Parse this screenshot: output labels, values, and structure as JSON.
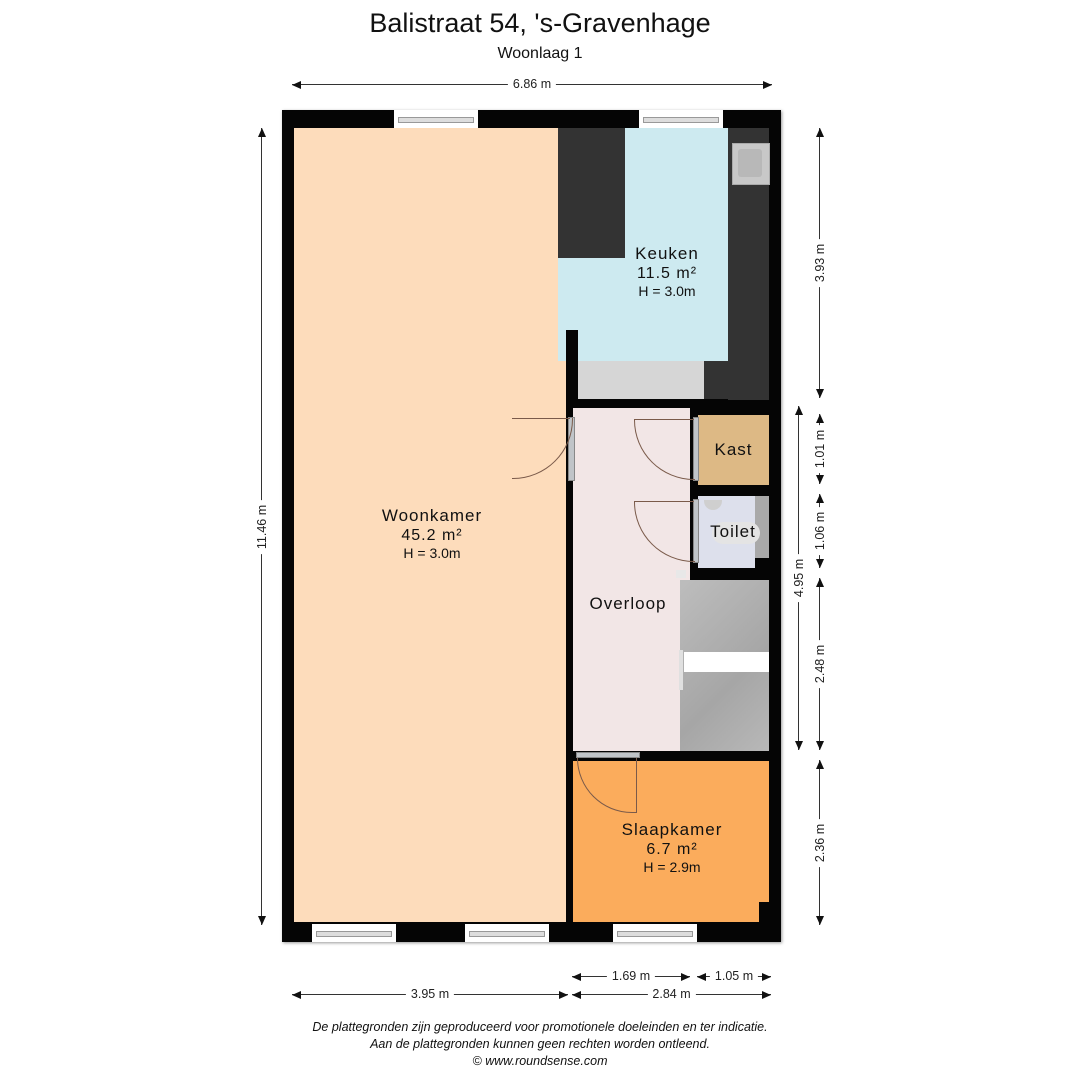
{
  "header": {
    "title": "Balistraat 54, 's-Gravenhage",
    "subtitle": "Woonlaag 1"
  },
  "dimensions": {
    "top_width": "6.86 m",
    "left_height": "11.46 m",
    "right": {
      "keuken": "3.93 m",
      "kast": "1.01 m",
      "toilet": "1.06 m",
      "overloop_total": "4.95 m",
      "stairs": "2.48 m",
      "slaapkamer": "2.36 m"
    },
    "bottom": {
      "woonkamer": "3.95 m",
      "right_total": "2.84 m",
      "slaapkamer_left": "1.69 m",
      "slaapkamer_right": "1.05 m"
    }
  },
  "rooms": {
    "woonkamer": {
      "name": "Woonkamer",
      "area": "45.2 m²",
      "height": "H = 3.0m",
      "color": "#fddcbb"
    },
    "keuken": {
      "name": "Keuken",
      "area": "11.5 m²",
      "height": "H = 3.0m",
      "color": "#cdeaf0"
    },
    "kast": {
      "name": "Kast",
      "color": "#ddb985"
    },
    "toilet": {
      "name": "Toilet",
      "color": "#dde0ec"
    },
    "overloop": {
      "name": "Overloop",
      "color": "#f2e6e6"
    },
    "slaapkamer": {
      "name": "Slaapkamer",
      "area": "6.7 m²",
      "height": "H = 2.9m",
      "color": "#fbac5c"
    }
  },
  "footer": {
    "line1": "De plattegronden zijn geproduceerd voor promotionele doeleinden en ter indicatie.",
    "line2": "Aan de plattegronden kunnen geen rechten worden ontleend.",
    "line3": "© www.roundsense.com"
  }
}
